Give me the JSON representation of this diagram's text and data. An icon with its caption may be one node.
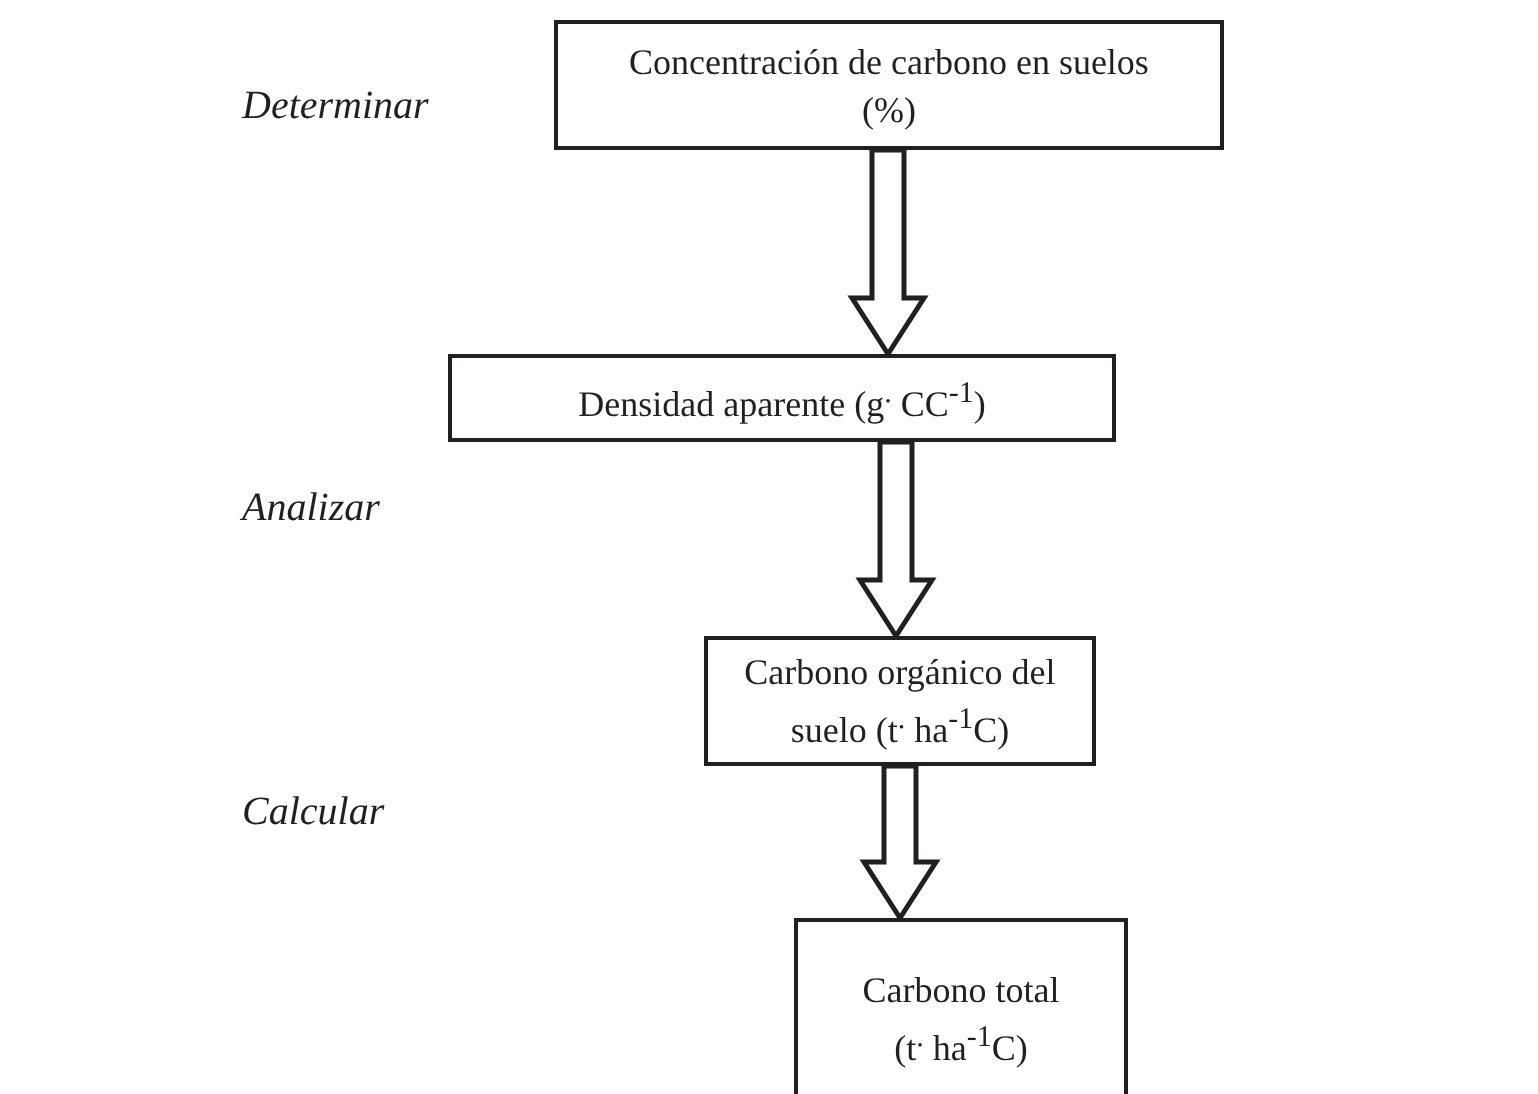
{
  "diagram": {
    "nodes": [
      {
        "text": [
          "Concentración de carbono en suelos (%)"
        ]
      },
      {
        "text": [
          "Densidad aparente (g$^{.}$ CC$^{-1}$)"
        ]
      },
      {
        "text": [
          "Carbono orgánico del suelo (t$^{.}$ ha$^{-1}$C)"
        ]
      },
      {
        "text": [
          "Carbono total (t$^{.}$ ha$^{-1}$C)"
        ]
      }
    ],
    "edges": [
      {
        "from": 0,
        "to": 1,
        "arrow": "to"
      },
      {
        "from": 1,
        "to": 2,
        "arrow": "to"
      },
      {
        "from": 2,
        "to": 3,
        "arrow": "to"
      }
    ],
    "labels": [
      "Determinar",
      "Analizar",
      "Calcular"
    ]
  }
}
